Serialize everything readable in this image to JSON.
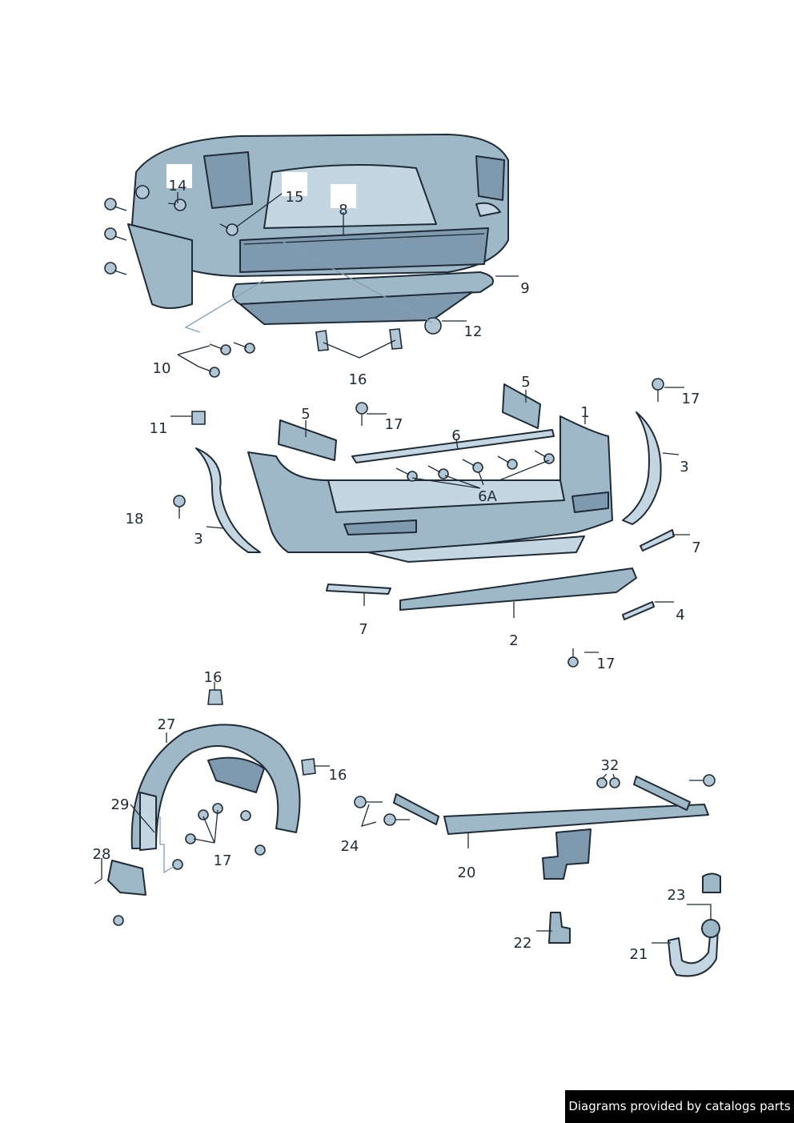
{
  "callouts": {
    "c1": "1",
    "c2": "2",
    "c3a": "3",
    "c3b": "3",
    "c4": "4",
    "c5a": "5",
    "c5b": "5",
    "c6": "6",
    "c6a": "6A",
    "c7a": "7",
    "c7b": "7",
    "c8": "8",
    "c9": "9",
    "c10": "10",
    "c11": "11",
    "c12": "12",
    "c14": "14",
    "c15": "15",
    "c16a": "16",
    "c16b": "16",
    "c16c": "16",
    "c17a": "17",
    "c17b": "17",
    "c17c": "17",
    "c17d": "17",
    "c18": "18",
    "c20": "20",
    "c21": "21",
    "c22": "22",
    "c23": "23",
    "c24": "24",
    "c27": "27",
    "c28": "28",
    "c29": "29",
    "c32": "32"
  },
  "footer": {
    "credit": "Diagrams provided by catalogs parts"
  },
  "colors": {
    "part_fill": "#9fb8c8",
    "outline": "#1f2b36",
    "footer_bg": "#000000"
  }
}
